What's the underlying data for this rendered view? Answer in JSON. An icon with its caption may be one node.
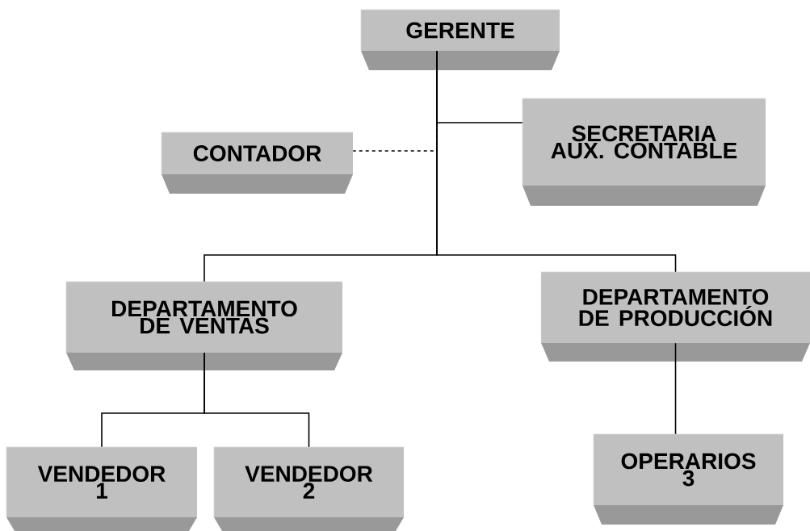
{
  "diagram": {
    "nodes": [
      {
        "text": [
          "GERENTE"
        ]
      },
      {
        "text": [
          "SECRETARIA AUX. CONTABLE"
        ]
      },
      {
        "text": [
          "CONTADOR"
        ]
      },
      {
        "text": [
          "DEPARTAMENTO DE VENTAS"
        ]
      },
      {
        "text": [
          "DEPARTAMENTO DE PRODUCCIÓN"
        ]
      },
      {
        "text": [
          "VENDEDOR 1"
        ]
      },
      {
        "text": [
          "VENDEDOR 2"
        ]
      },
      {
        "text": [
          "OPERARIOS 3"
        ]
      }
    ],
    "edges": [
      {
        "from": 0,
        "to": 1,
        "arrow": "none"
      },
      {
        "from": 0,
        "to": 2,
        "arrow": "none",
        "style": "dashed"
      },
      {
        "from": 0,
        "to": 3,
        "arrow": "none"
      },
      {
        "from": 0,
        "to": 4,
        "arrow": "none"
      },
      {
        "from": 3,
        "to": 5,
        "arrow": "none"
      },
      {
        "from": 3,
        "to": 6,
        "arrow": "none"
      },
      {
        "from": 4,
        "to": 7,
        "arrow": "none"
      }
    ]
  }
}
